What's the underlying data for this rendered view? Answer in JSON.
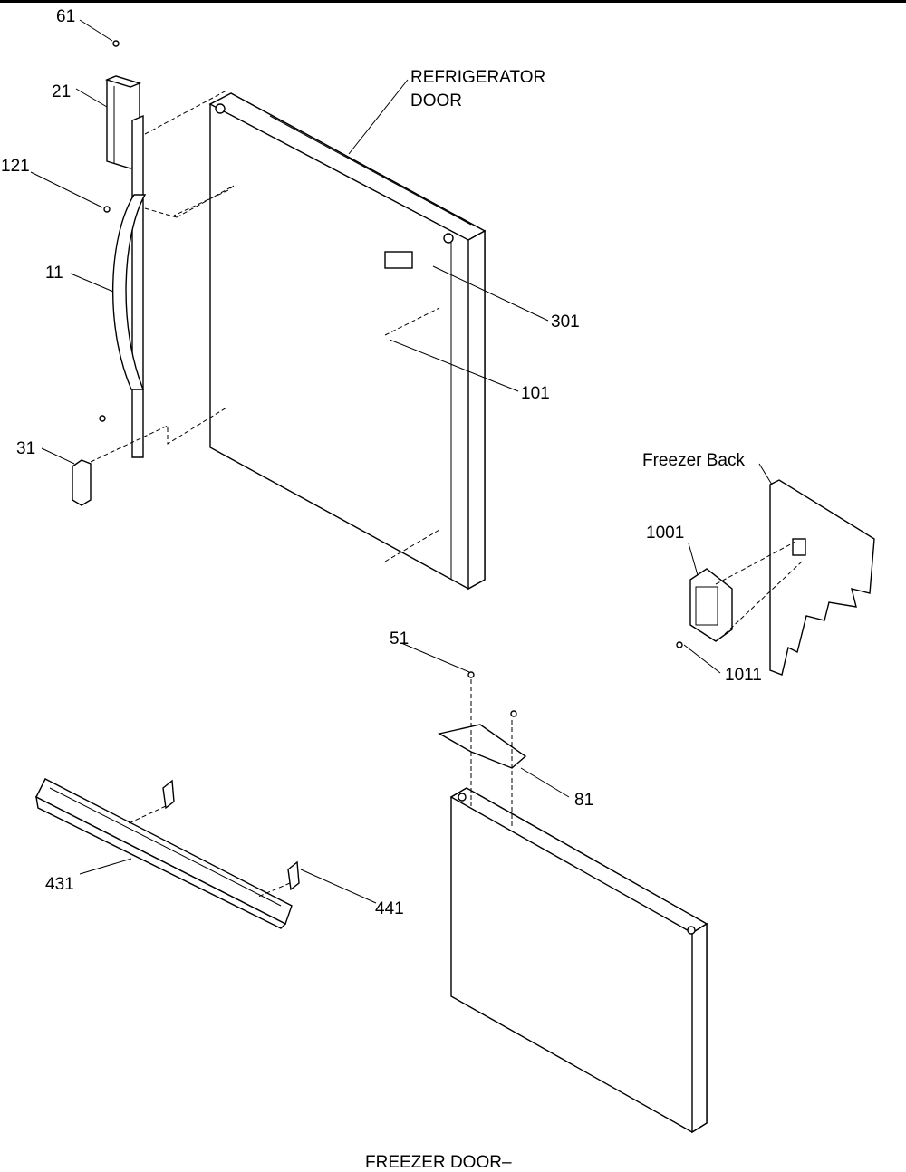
{
  "labels": {
    "p61": "61",
    "p21": "21",
    "p121": "121",
    "p11": "11",
    "p31": "31",
    "refrigerator_door_1": "REFRIGERATOR",
    "refrigerator_door_2": "DOOR",
    "p301": "301",
    "p101": "101",
    "freezer_back": "Freezer Back",
    "p1001": "1001",
    "p1011": "1011",
    "p51": "51",
    "p81": "81",
    "p431": "431",
    "p441": "441",
    "freezer_door": "FREEZER DOOR–"
  }
}
